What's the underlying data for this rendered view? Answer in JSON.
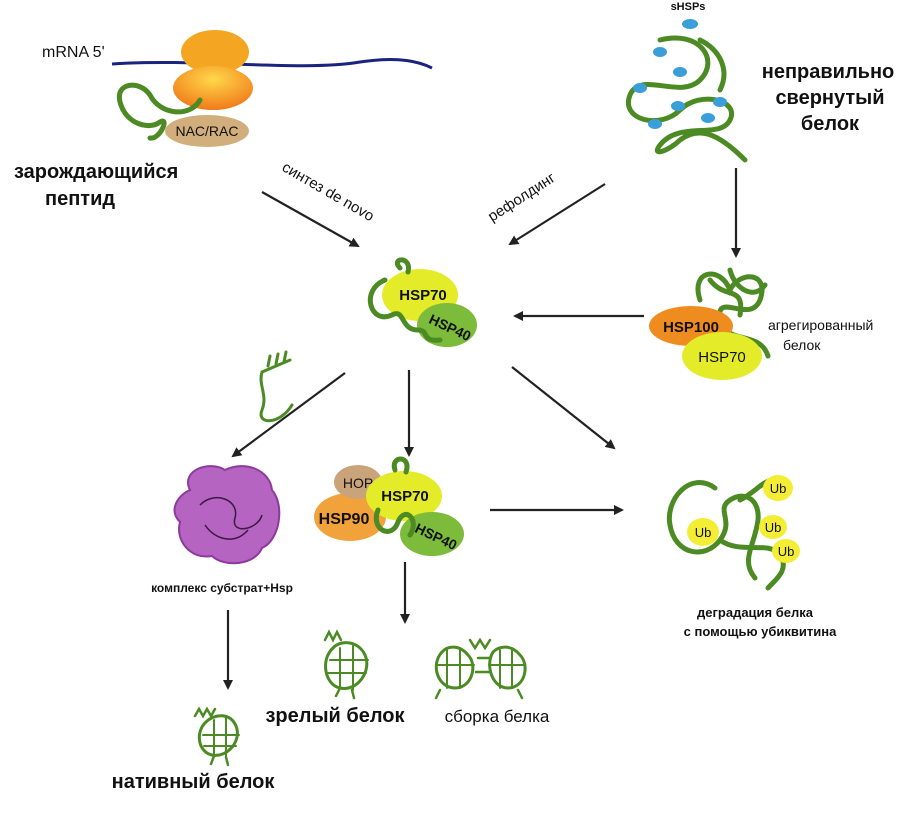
{
  "labels": {
    "mrna": "mRNA 5'",
    "nac_rac": "NAC/RAC",
    "nascent_peptide_1": "зарождающийся",
    "nascent_peptide_2": "пептид",
    "shsps": "sHSPs",
    "misfolded_1": "неправильно",
    "misfolded_2": "свернутый",
    "misfolded_3": "белок",
    "de_novo": "синтез de novo",
    "refolding": "рефолдинг",
    "hsp70_center": "HSP70",
    "hsp40_center": "HSP40",
    "hsp100": "HSP100",
    "hsp70_agg": "HSP70",
    "aggregated_1": "агрегированный",
    "aggregated_2": "белок",
    "hop": "HOP",
    "hsp70_lower": "HSP70",
    "hsp90": "HSP90",
    "hsp40_lower": "HSP40",
    "ub1": "Ub",
    "ub2": "Ub",
    "ub3": "Ub",
    "ub4": "Ub",
    "degradation_1": "деградация белка",
    "degradation_2": "с помощью убиквитина",
    "substrate_complex": "комплекс субстрат+Hsp",
    "mature_protein": "зрелый белок",
    "protein_assembly": "сборка белка",
    "native_protein": "нативный белок"
  },
  "colors": {
    "mrna": "#1a237e",
    "chain": "#4c8a23",
    "ribosome_top": "#f4a623",
    "ribosome_bottom": "#f7b733",
    "nac": "#d2ae7c",
    "hsp_yellow": "#e4ec2a",
    "hsp_green": "#7dbb3a",
    "hsp100": "#ef8c1f",
    "hop": "#c9a47a",
    "hsp90": "#f2a23a",
    "ub": "#f3ee35",
    "shsp": "#3a9fd8",
    "complex": "#b564c2"
  }
}
